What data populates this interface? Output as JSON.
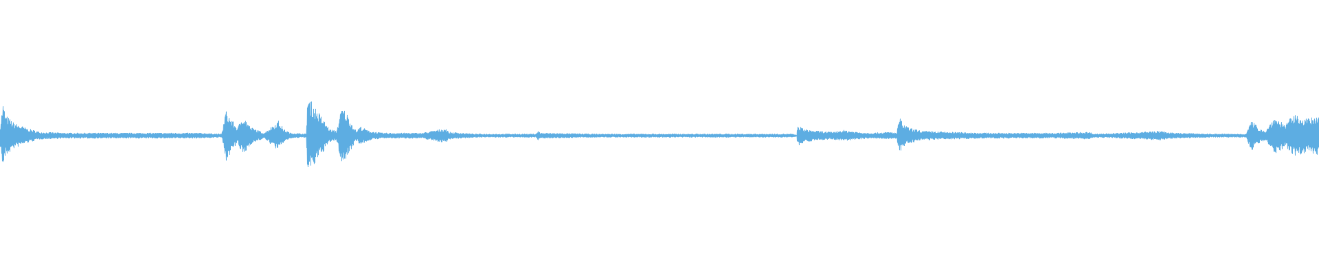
{
  "waveform": {
    "color": "#5dade2",
    "background": "#ffffff",
    "peak_fractions": [
      [
        0.0,
        0.12
      ],
      [
        0.002,
        0.35
      ],
      [
        0.004,
        0.22
      ],
      [
        0.01,
        0.14
      ],
      [
        0.02,
        0.08
      ],
      [
        0.03,
        0.04
      ],
      [
        0.05,
        0.03
      ],
      [
        0.1,
        0.03
      ],
      [
        0.15,
        0.03
      ],
      [
        0.168,
        0.02
      ],
      [
        0.171,
        0.27
      ],
      [
        0.175,
        0.18
      ],
      [
        0.18,
        0.08
      ],
      [
        0.184,
        0.22
      ],
      [
        0.19,
        0.09
      ],
      [
        0.2,
        0.03
      ],
      [
        0.211,
        0.16
      ],
      [
        0.215,
        0.07
      ],
      [
        0.22,
        0.03
      ],
      [
        0.232,
        0.02
      ],
      [
        0.233,
        0.41
      ],
      [
        0.236,
        0.36
      ],
      [
        0.24,
        0.28
      ],
      [
        0.245,
        0.17
      ],
      [
        0.25,
        0.07
      ],
      [
        0.255,
        0.05
      ],
      [
        0.259,
        0.3
      ],
      [
        0.262,
        0.26
      ],
      [
        0.266,
        0.15
      ],
      [
        0.27,
        0.05
      ],
      [
        0.273,
        0.1
      ],
      [
        0.28,
        0.05
      ],
      [
        0.29,
        0.03
      ],
      [
        0.32,
        0.03
      ],
      [
        0.338,
        0.08
      ],
      [
        0.34,
        0.04
      ],
      [
        0.36,
        0.02
      ],
      [
        0.406,
        0.02
      ],
      [
        0.408,
        0.05
      ],
      [
        0.41,
        0.03
      ],
      [
        0.45,
        0.02
      ],
      [
        0.5,
        0.02
      ],
      [
        0.55,
        0.02
      ],
      [
        0.6,
        0.02
      ],
      [
        0.604,
        0.01
      ],
      [
        0.605,
        0.11
      ],
      [
        0.61,
        0.07
      ],
      [
        0.62,
        0.05
      ],
      [
        0.63,
        0.04
      ],
      [
        0.64,
        0.06
      ],
      [
        0.65,
        0.04
      ],
      [
        0.66,
        0.03
      ],
      [
        0.675,
        0.04
      ],
      [
        0.68,
        0.03
      ],
      [
        0.682,
        0.2
      ],
      [
        0.685,
        0.12
      ],
      [
        0.69,
        0.08
      ],
      [
        0.7,
        0.05
      ],
      [
        0.72,
        0.04
      ],
      [
        0.75,
        0.03
      ],
      [
        0.8,
        0.03
      ],
      [
        0.826,
        0.04
      ],
      [
        0.83,
        0.02
      ],
      [
        0.85,
        0.03
      ],
      [
        0.88,
        0.05
      ],
      [
        0.89,
        0.03
      ],
      [
        0.92,
        0.02
      ],
      [
        0.945,
        0.02
      ],
      [
        0.949,
        0.16
      ],
      [
        0.955,
        0.08
      ],
      [
        0.96,
        0.05
      ],
      [
        0.962,
        0.1
      ],
      [
        0.966,
        0.2
      ],
      [
        0.975,
        0.12
      ],
      [
        0.98,
        0.21
      ],
      [
        0.985,
        0.22
      ],
      [
        0.99,
        0.18
      ],
      [
        1.0,
        0.2
      ]
    ]
  }
}
